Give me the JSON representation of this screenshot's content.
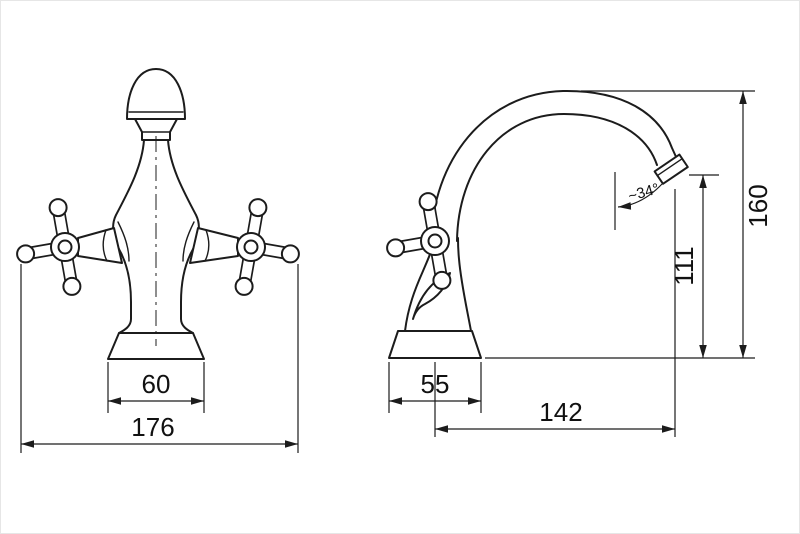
{
  "drawing": {
    "background_color": "#ffffff",
    "line_color": "#1c1c1c",
    "front_view": {
      "dim_base_width": "60",
      "dim_overall_width": "176"
    },
    "side_view": {
      "dim_base_depth": "55",
      "dim_spout_reach": "142",
      "dim_outlet_height": "111",
      "dim_overall_height": "160",
      "dim_spout_angle": "~34°"
    }
  }
}
